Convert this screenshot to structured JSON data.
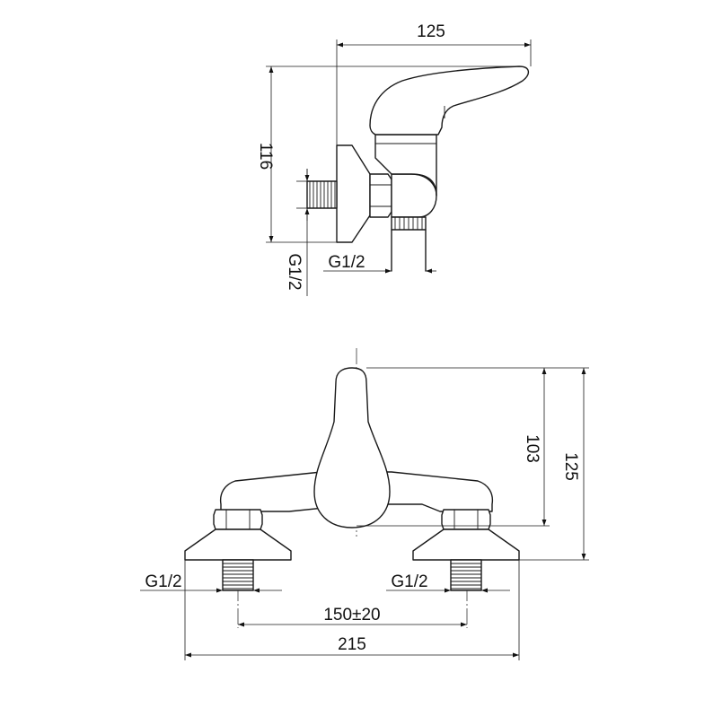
{
  "side_view": {
    "dim_depth": "125",
    "dim_height": "116",
    "thread_inlet": "G1/2",
    "thread_outlet": "G1/2"
  },
  "front_view": {
    "dim_spout_height": "103",
    "dim_total_height": "125",
    "thread_left": "G1/2",
    "thread_right": "G1/2",
    "dim_centers": "150±20",
    "dim_total_width": "215"
  }
}
